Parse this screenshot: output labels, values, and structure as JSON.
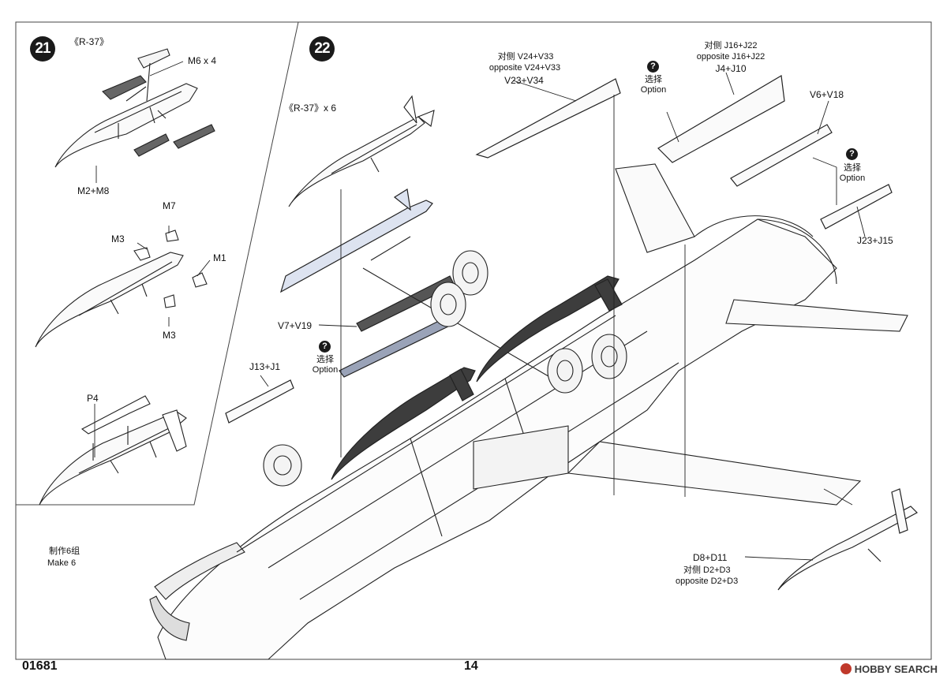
{
  "step21": {
    "number": "21",
    "title": "《R-37》",
    "labels": {
      "m6": "M6 x 4",
      "m2m8": "M2+M8",
      "m7": "M7",
      "m3a": "M3",
      "m1": "M1",
      "m3b": "M3",
      "p4": "P4"
    },
    "make_cn": "制作6组",
    "make_en": "Make 6"
  },
  "step22": {
    "number": "22",
    "r37": "《R-37》x 6",
    "v24_cn": "对侧 V24+V33",
    "v24_en": "opposite V24+V33",
    "v23": "V23+V34",
    "j16_cn": "对侧 J16+J22",
    "j16_en": "opposite J16+J22",
    "j4": "J4+J10",
    "v6": "V6+V18",
    "j23": "J23+J15",
    "v7": "V7+V19",
    "j13": "J13+J1",
    "d8": "D8+D11",
    "d2_cn": "对侧 D2+D3",
    "d2_en": "opposite D2+D3",
    "option_cn": "选择",
    "option_en": "Option",
    "q": "?"
  },
  "footer": {
    "code": "01681",
    "page": "14",
    "watermark": "HOBBY SEARCH"
  }
}
